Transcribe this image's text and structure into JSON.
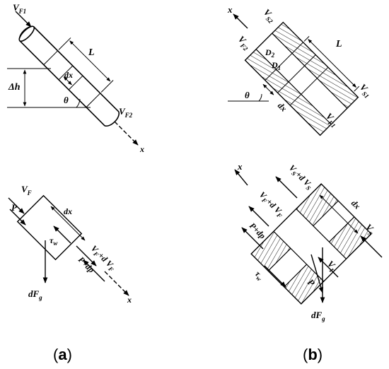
{
  "panel_a": {
    "caption": {
      "open": "(",
      "letter": "a",
      "close": ")"
    },
    "top": {
      "v_f1": {
        "base": "V",
        "sub": "F1"
      },
      "v_f2": {
        "base": "V",
        "sub": "F2"
      },
      "L": "L",
      "dx": "dx",
      "dh": "Δh",
      "theta": "θ",
      "x": "x"
    },
    "bottom": {
      "v_f": {
        "base": "V",
        "sub": "F"
      },
      "p": "P",
      "dx": "dx",
      "tau": {
        "base": "τ",
        "sub": "w"
      },
      "v_f_dv": {
        "base": "V",
        "sub1": "F",
        "mid": "+d V",
        "sub2": "F"
      },
      "p_dp": "P+dp",
      "dfg": {
        "base": "dF",
        "sub": "g"
      },
      "x": "x"
    }
  },
  "panel_b": {
    "caption": {
      "open": "(",
      "letter": "b",
      "close": ")"
    },
    "top": {
      "x": "x",
      "v_s2": {
        "base": "V",
        "sub": "S2"
      },
      "v_f2": {
        "base": "V",
        "sub": "F2"
      },
      "L": "L",
      "d2": {
        "base": "D",
        "sub": "2"
      },
      "d1": {
        "base": "D",
        "sub": "1"
      },
      "theta": "θ",
      "dx": "dx",
      "v_s1": {
        "base": "V",
        "sub": "S1"
      },
      "v_f1": {
        "base": "V",
        "sub": "F1"
      }
    },
    "bottom": {
      "x": "x",
      "v_s_dv": {
        "base": "V",
        "sub1": "S",
        "mid": "+d V",
        "sub2": "S"
      },
      "v_f_dv": {
        "base": "V",
        "sub1": "F",
        "mid": "+d V",
        "sub2": "F"
      },
      "dx": "dx",
      "p_dp": "P+dp",
      "v_s": {
        "base": "V",
        "sub": "S"
      },
      "v_f": {
        "base": "V",
        "sub": "F"
      },
      "tau": {
        "base": "τ",
        "sub": "w"
      },
      "p": "P",
      "dfg": {
        "base": "dF",
        "sub": "g"
      }
    }
  }
}
